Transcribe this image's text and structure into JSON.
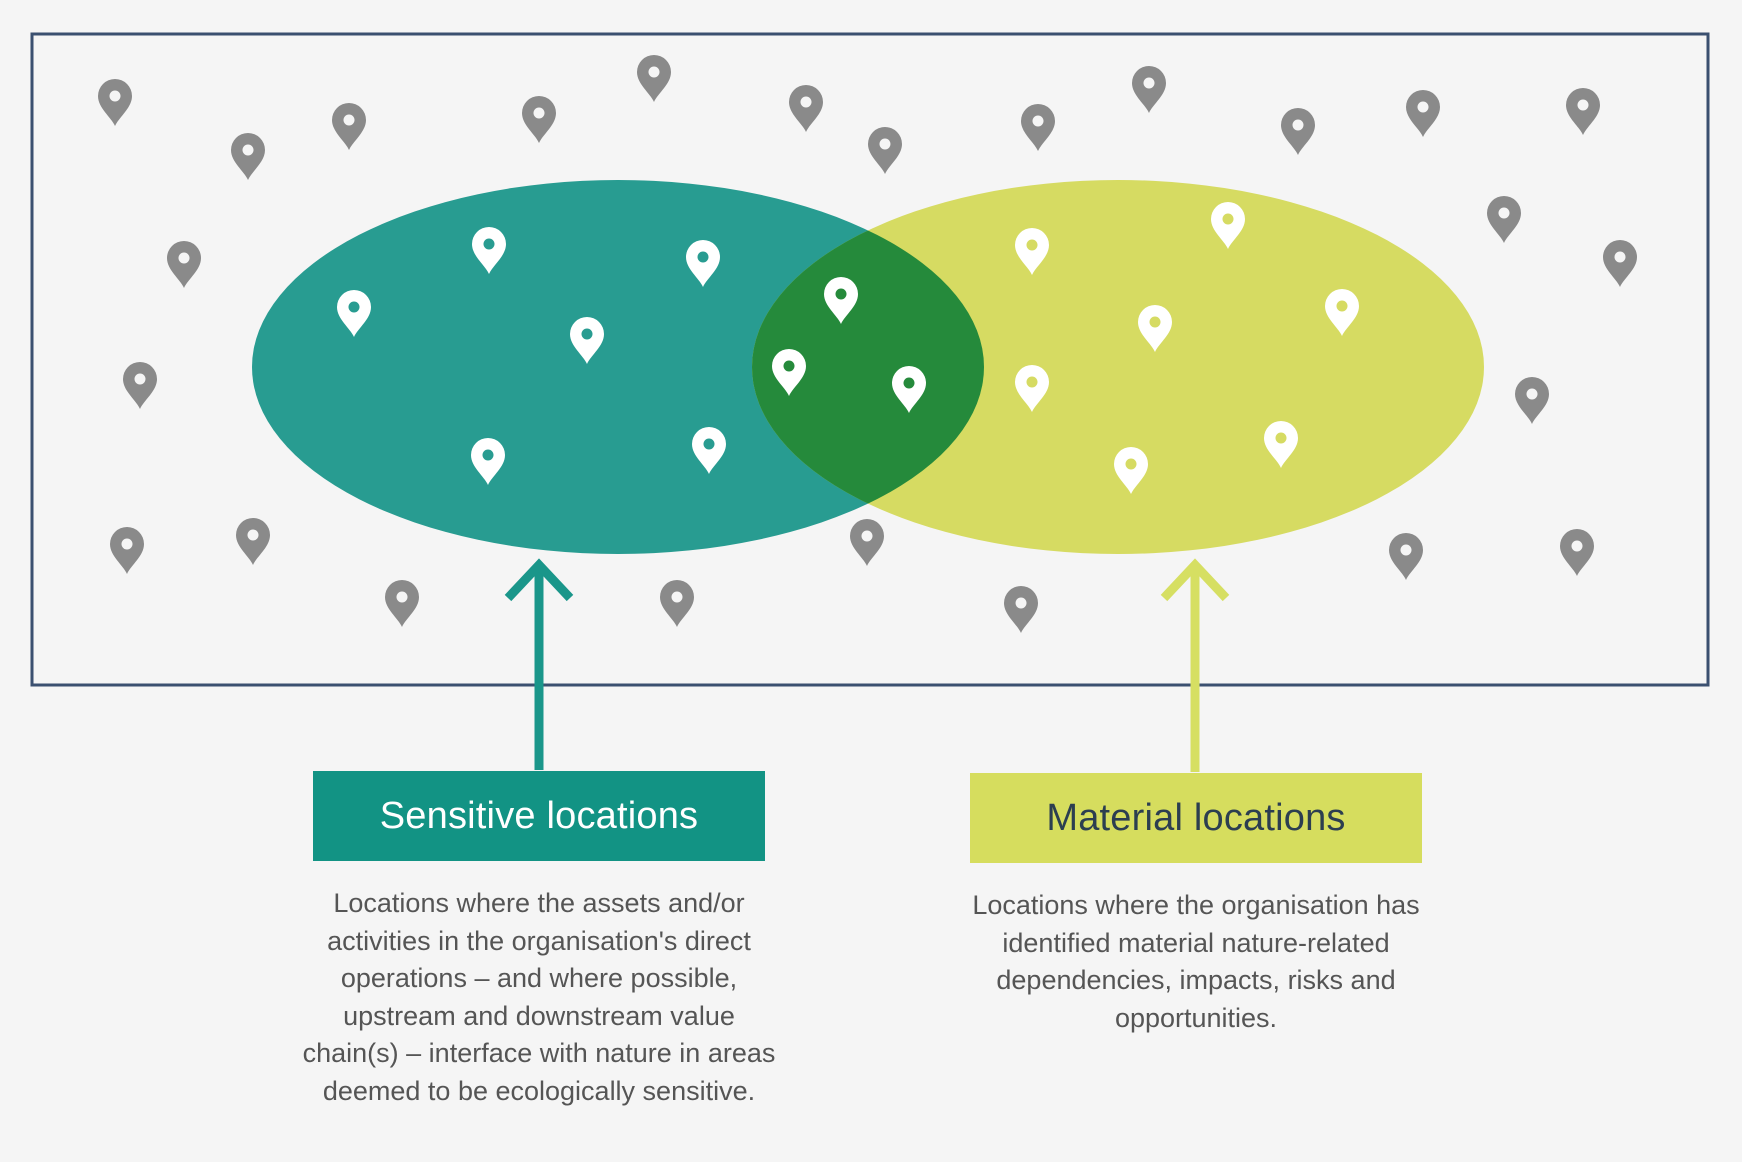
{
  "diagram": {
    "sensitive": {
      "label": "Sensitive locations",
      "description": "Locations where the assets and/or activities in the organisation's direct operations – and where possible, upstream and downstream value chain(s) – interface with nature in areas deemed to be ecologically sensitive."
    },
    "material": {
      "label": "Material locations",
      "description": "Locations where the organisation has identified material nature-related dependencies, impacts, risks and opportunities."
    }
  },
  "colors": {
    "sensitive": "#129384",
    "material": "#d6dd5e",
    "overlap": "#268a3c",
    "pin_outside": "#8a8a8a",
    "frame": "#3b5070"
  },
  "icons": {
    "location": "map-pin-icon"
  }
}
